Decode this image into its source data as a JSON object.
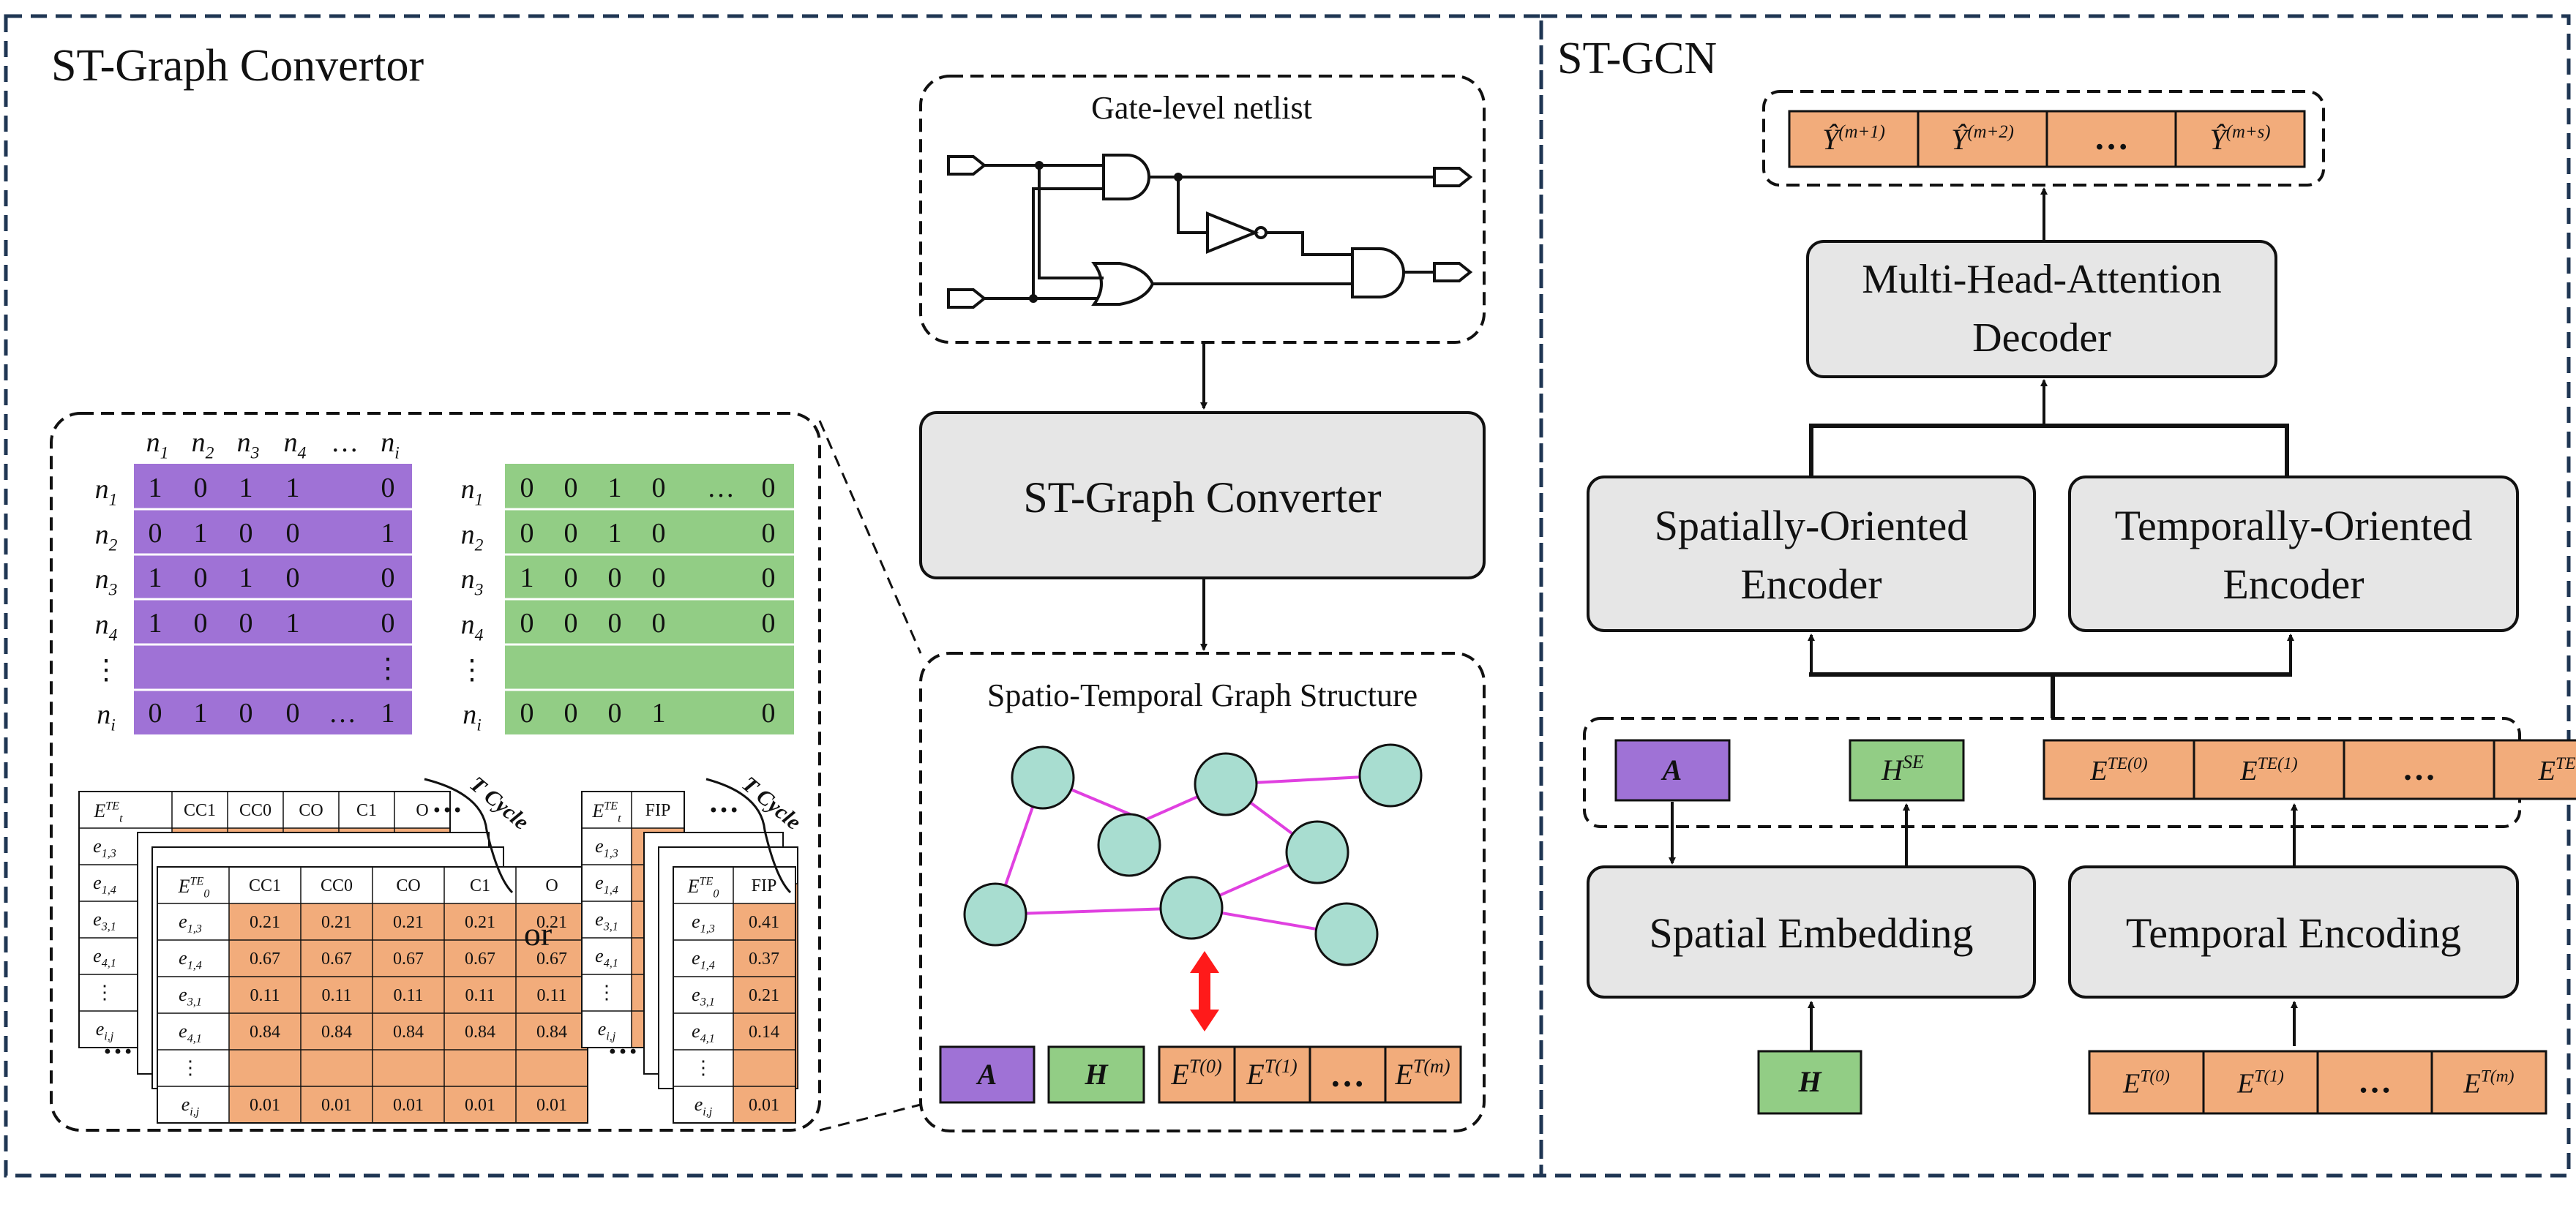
{
  "colors": {
    "purple": "#9f72d6",
    "green": "#92cd85",
    "orange": "#f2ac7b",
    "node_fill": "#a8ddd0",
    "edge": "#e040e0",
    "box_gray": "#e6e6e6",
    "frame": "#1f3653",
    "red_arrow": "#ff1a1a"
  },
  "left_panel": {
    "title": "ST-Graph Convertor",
    "netlist_title": "Gate-level netlist",
    "converter_label": "ST-Graph Converter",
    "graph_structure_title": "Spatio-Temporal Graph Structure",
    "graph_legend": {
      "a": "A",
      "h": "H",
      "e0": "E",
      "e0_sup": "T(0)",
      "e1": "E",
      "e1_sup": "T(1)",
      "ellipsis": "…",
      "em": "E",
      "em_sup": "T(m)"
    },
    "adjacency": {
      "col_headers": [
        {
          "b": "n",
          "s": "1"
        },
        {
          "b": "n",
          "s": "2"
        },
        {
          "b": "n",
          "s": "3"
        },
        {
          "b": "n",
          "s": "4"
        },
        {
          "b": "…",
          "s": ""
        },
        {
          "b": "n",
          "s": "i"
        }
      ],
      "row_headers": [
        {
          "b": "n",
          "s": "1"
        },
        {
          "b": "n",
          "s": "2"
        },
        {
          "b": "n",
          "s": "3"
        },
        {
          "b": "n",
          "s": "4"
        },
        {
          "b": "⋮",
          "s": ""
        },
        {
          "b": "n",
          "s": "i"
        }
      ],
      "rows": [
        [
          "1",
          "0",
          "1",
          "1",
          "",
          "0"
        ],
        [
          "0",
          "1",
          "0",
          "0",
          "",
          "1"
        ],
        [
          "1",
          "0",
          "1",
          "0",
          "",
          "0"
        ],
        [
          "1",
          "0",
          "0",
          "1",
          "",
          "0"
        ],
        [
          "",
          "",
          "",
          "",
          "",
          "⋮"
        ],
        [
          "0",
          "1",
          "0",
          "0",
          "…",
          "1"
        ]
      ]
    },
    "feature_matrix": {
      "row_headers": [
        {
          "b": "n",
          "s": "1"
        },
        {
          "b": "n",
          "s": "2"
        },
        {
          "b": "n",
          "s": "3"
        },
        {
          "b": "n",
          "s": "4"
        },
        {
          "b": "⋮",
          "s": ""
        },
        {
          "b": "n",
          "s": "i"
        }
      ],
      "rows": [
        [
          "0",
          "0",
          "1",
          "0",
          "…",
          "0"
        ],
        [
          "0",
          "0",
          "1",
          "0",
          "",
          "0"
        ],
        [
          "1",
          "0",
          "0",
          "0",
          "",
          "0"
        ],
        [
          "0",
          "0",
          "0",
          "0",
          "",
          "0"
        ],
        [
          "",
          "",
          "",
          "",
          "",
          ""
        ],
        [
          "0",
          "0",
          "0",
          "1",
          "",
          "0"
        ]
      ]
    },
    "t_cycle": "T Cycle",
    "or_label": "or",
    "stack_dots": "…",
    "table_back_header": {
      "b": "E",
      "sub": "t",
      "sup": "TE"
    },
    "table_front_header": {
      "b": "E",
      "sub": "0",
      "sup": "TE"
    },
    "table_cols": [
      "CC1",
      "CC0",
      "CO",
      "C1",
      "O"
    ],
    "table_back_first_row": [
      "0.21",
      "0.21",
      "0.21",
      "0.21",
      "0.21"
    ],
    "table_back_rows": [
      {
        "b": "e",
        "sub": "1,3"
      },
      {
        "b": "e",
        "sub": "1,4"
      },
      {
        "b": "e",
        "sub": "3,1"
      },
      {
        "b": "e",
        "sub": "4,1"
      },
      {
        "b": "⋮",
        "sub": ""
      },
      {
        "b": "e",
        "sub": "i,j"
      }
    ],
    "table_front_rows": [
      {
        "b": "e",
        "sub": "1,3"
      },
      {
        "b": "e",
        "sub": "1,4"
      },
      {
        "b": "e",
        "sub": "3,1"
      },
      {
        "b": "e",
        "sub": "4,1"
      },
      {
        "b": "⋮",
        "sub": ""
      },
      {
        "b": "e",
        "sub": "i,j"
      }
    ],
    "table_front_values": [
      [
        "0.21",
        "0.21",
        "0.21",
        "0.21",
        "0.21"
      ],
      [
        "0.67",
        "0.67",
        "0.67",
        "0.67",
        "0.67"
      ],
      [
        "0.11",
        "0.11",
        "0.11",
        "0.11",
        "0.11"
      ],
      [
        "0.84",
        "0.84",
        "0.84",
        "0.84",
        "0.84"
      ],
      [
        "",
        "",
        "",
        "",
        ""
      ],
      [
        "0.01",
        "0.01",
        "0.01",
        "0.01",
        "0.01"
      ]
    ],
    "fip_col": "FIP",
    "fip_back_first": "0.21",
    "fip_values": [
      "0.41",
      "0.37",
      "0.21",
      "0.14",
      "",
      "0.01"
    ]
  },
  "right_panel": {
    "title": "ST-GCN",
    "outputs": [
      {
        "b": "Ŷ",
        "sup": "(m+1)"
      },
      {
        "b": "Ŷ",
        "sup": "(m+2)"
      },
      {
        "b": "…",
        "sup": ""
      },
      {
        "b": "Ŷ",
        "sup": "(m+s)"
      }
    ],
    "decoder_line1": "Multi-Head-Attention",
    "decoder_line2": "Decoder",
    "spatial_encoder_line1": "Spatially-Oriented",
    "spatial_encoder_line2": "Encoder",
    "temporal_encoder_line1": "Temporally-Oriented",
    "temporal_encoder_line2": "Encoder",
    "mid_a": "A",
    "mid_hse": {
      "b": "H",
      "sup": "SE"
    },
    "mid_te": [
      {
        "b": "E",
        "sup": "TE(0)"
      },
      {
        "b": "E",
        "sup": "TE(1)"
      },
      {
        "b": "…",
        "sup": ""
      },
      {
        "b": "E",
        "sup": "TE(m)"
      }
    ],
    "spatial_embedding": "Spatial Embedding",
    "temporal_encoding": "Temporal Encoding",
    "input_h": "H",
    "input_e": [
      {
        "b": "E",
        "sup": "T(0)"
      },
      {
        "b": "E",
        "sup": "T(1)"
      },
      {
        "b": "…",
        "sup": ""
      },
      {
        "b": "E",
        "sup": "T(m)"
      }
    ]
  }
}
